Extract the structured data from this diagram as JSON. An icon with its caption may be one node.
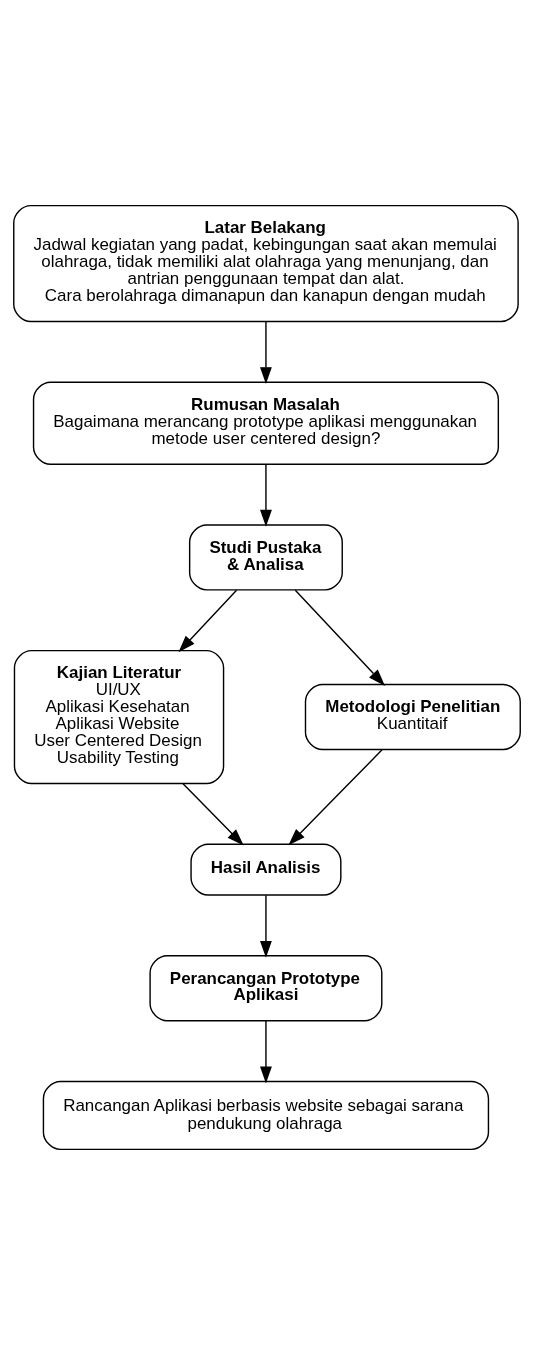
{
  "diagram": {
    "nodes": [
      {
        "text": [
          "Latar Belakang",
          "Jadwal kegiatan yang padat, kebingungan saat akan memulai olahraga, tidak memiliki alat olahraga yang menunjang, dan antrian penggunaan tempat dan alat.",
          "Cara berolahraga dimanapun dan kanapun dengan mudah"
        ]
      },
      {
        "text": [
          "Rumusan Masalah",
          "Bagaimana merancang prototype aplikasi menggunakan metode user centered design?"
        ]
      },
      {
        "text": [
          "Studi Pustaka & Analisa"
        ]
      },
      {
        "text": [
          "Kajian Literatur",
          "UI/UX",
          "Aplikasi Kesehatan",
          "Aplikasi Website",
          "User Centered Design",
          "Usability Testing"
        ]
      },
      {
        "text": [
          "Metodologi Penelitian",
          "Kuantitaif"
        ]
      },
      {
        "text": [
          "Hasil Analisis"
        ]
      },
      {
        "text": [
          "Perancangan Prototype Aplikasi"
        ]
      },
      {
        "text": [
          "Rancangan Aplikasi berbasis website sebagai sarana pendukung olahraga"
        ]
      }
    ],
    "edges": [
      {
        "from": 0,
        "to": 1,
        "arrow": "to"
      },
      {
        "from": 1,
        "to": 2,
        "arrow": "to"
      },
      {
        "from": 2,
        "to": 3,
        "arrow": "to"
      },
      {
        "from": 2,
        "to": 4,
        "arrow": "to"
      },
      {
        "from": 3,
        "to": 5,
        "arrow": "to"
      },
      {
        "from": 4,
        "to": 5,
        "arrow": "to"
      },
      {
        "from": 5,
        "to": 6,
        "arrow": "to"
      },
      {
        "from": 6,
        "to": 7,
        "arrow": "to"
      }
    ]
  }
}
